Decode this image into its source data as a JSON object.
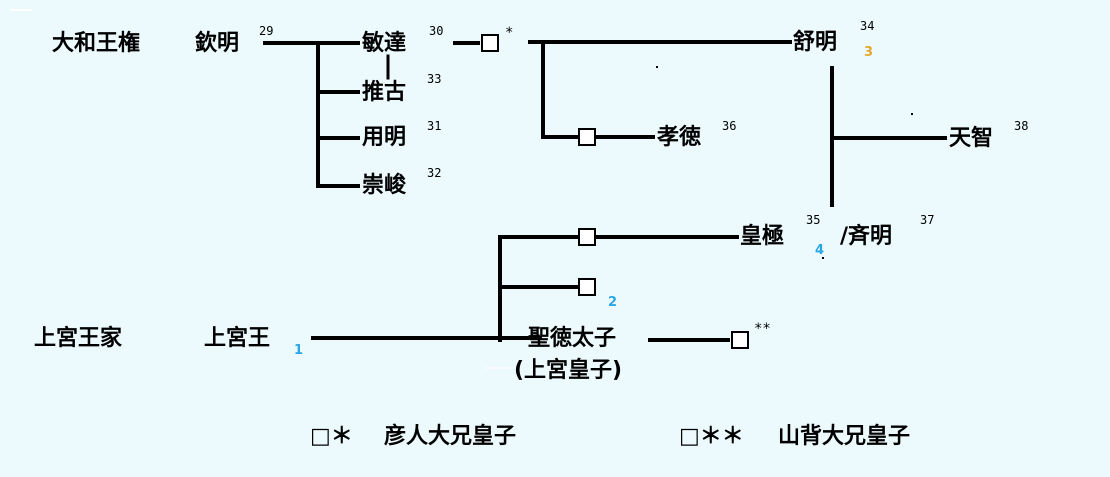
{
  "rows": {
    "yamato": "大和王権",
    "jogu": "上宮王家"
  },
  "people": {
    "kinmei": {
      "name": "欽明",
      "num": "29"
    },
    "bidatsu": {
      "name": "敏達",
      "num": "30"
    },
    "suiko": {
      "name": "推古",
      "num": "33"
    },
    "yomei": {
      "name": "用明",
      "num": "31"
    },
    "sushun": {
      "name": "崇峻",
      "num": "32"
    },
    "jomei": {
      "name": "舒明",
      "num": "34",
      "mark": "3"
    },
    "kotoku": {
      "name": "孝徳",
      "num": "36"
    },
    "tenji": {
      "name": "天智",
      "num": "38"
    },
    "kogyoku": {
      "name": "皇極",
      "num": "35",
      "mark": "4"
    },
    "saimei": {
      "name": "/斉明",
      "num": "37"
    },
    "jogu_o": {
      "name": "上宮王",
      "mark": "1"
    },
    "shotoku": {
      "name": "聖徳太子",
      "sub": "(上宮皇子)"
    },
    "box2": {
      "mark": "2"
    }
  },
  "marks": {
    "single": "*",
    "double": "**"
  },
  "legend": [
    {
      "symbol": "□＊",
      "label": "彦人大兄皇子"
    },
    {
      "symbol": "□＊＊",
      "label": "山背大兄皇子"
    }
  ],
  "colors": {
    "background": "#ecfafd",
    "line": "#000000",
    "accent": "#2aa7e6"
  }
}
